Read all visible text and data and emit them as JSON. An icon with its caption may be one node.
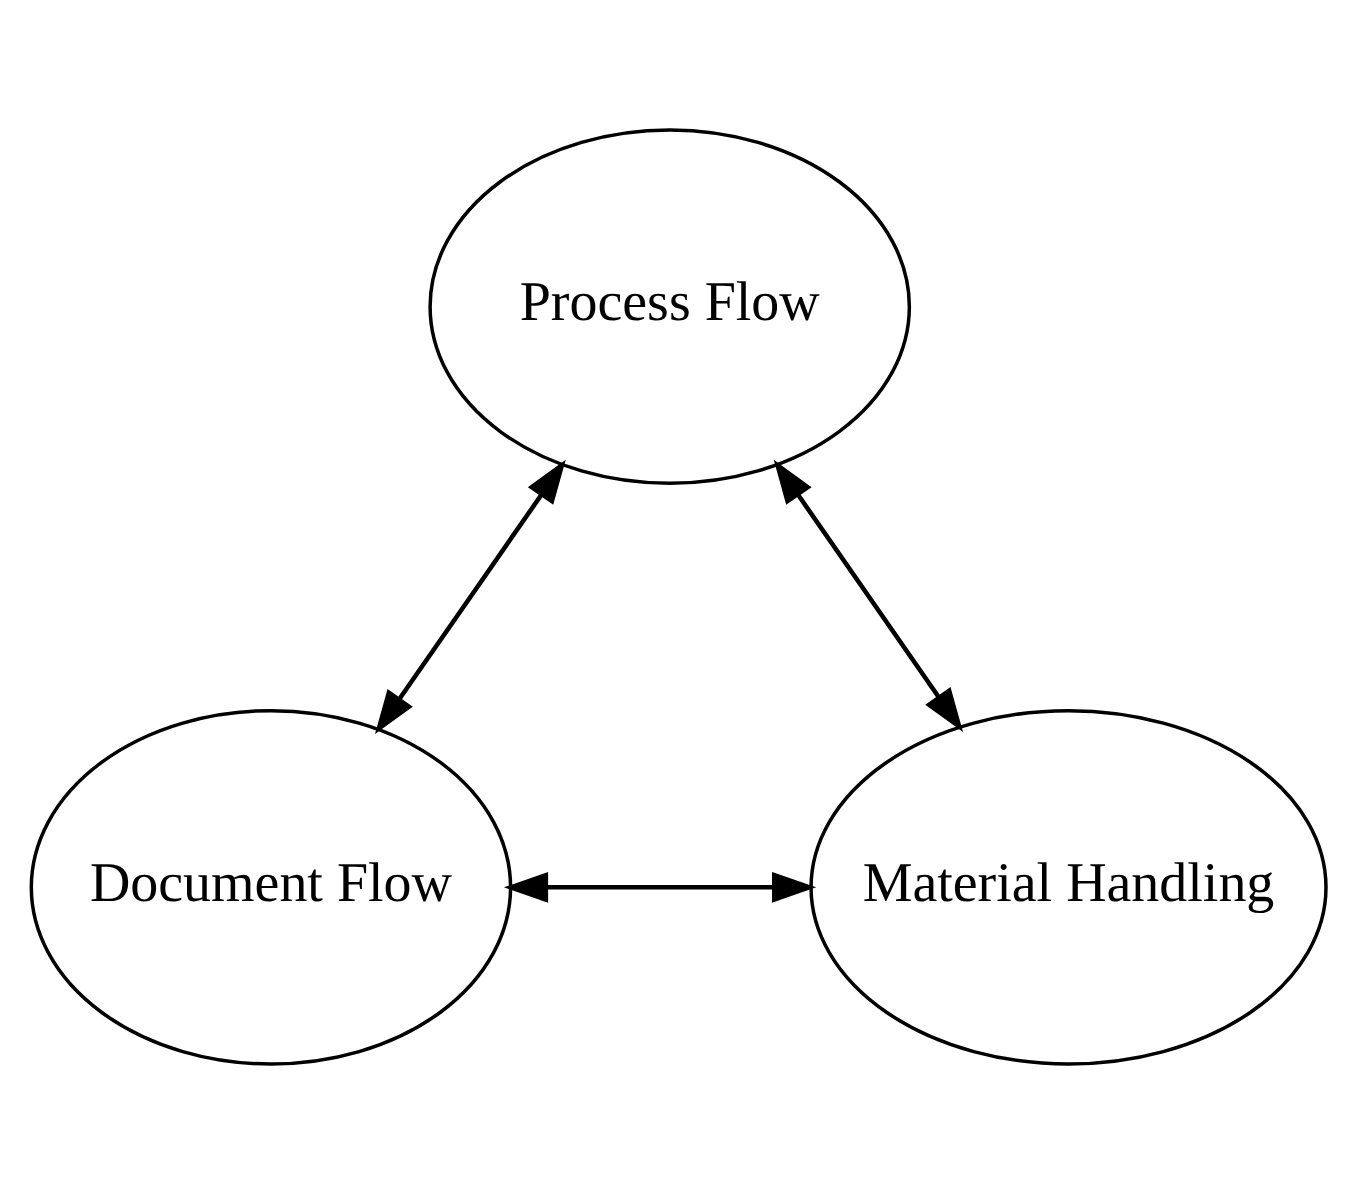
{
  "diagram": {
    "nodes": [
      {
        "text": [
          "Process Flow"
        ]
      },
      {
        "text": [
          "Document Flow"
        ]
      },
      {
        "text": [
          "Material Handling"
        ]
      }
    ],
    "edges": [
      {
        "from": 0,
        "to": 1,
        "arrow": "both"
      },
      {
        "from": 0,
        "to": 2,
        "arrow": "both"
      },
      {
        "from": 1,
        "to": 2,
        "arrow": "both"
      }
    ]
  }
}
